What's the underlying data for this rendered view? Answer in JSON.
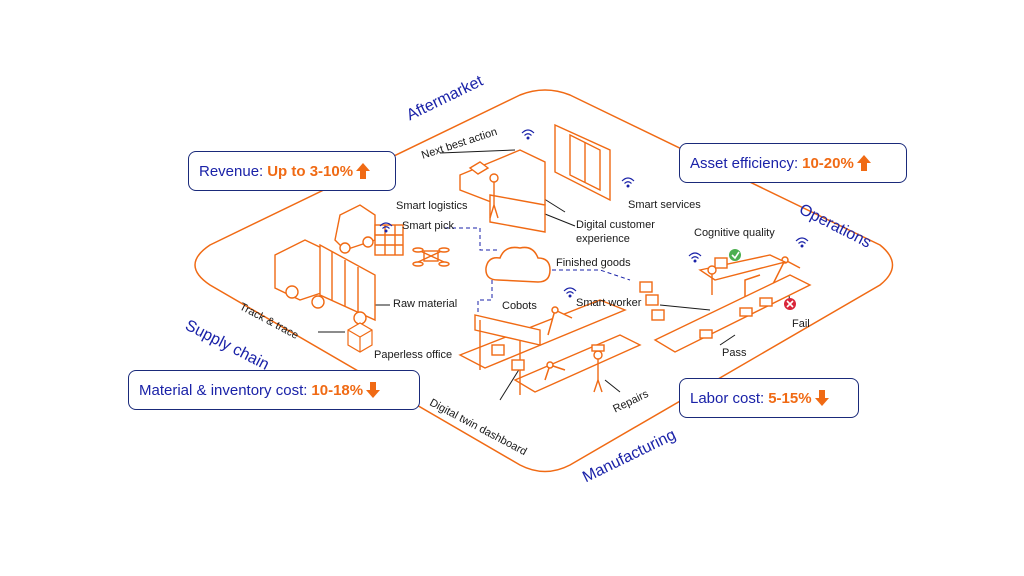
{
  "colors": {
    "accent": "#f06a14",
    "navy": "#1a22a8",
    "border": "#1a2a7a",
    "line": "#1a1a1a"
  },
  "zones": {
    "aftermarket": "Aftermarket",
    "operations": "Operations",
    "supply_chain": "Supply chain",
    "manufacturing": "Manufacturing"
  },
  "metrics": {
    "revenue": {
      "label": "Revenue:",
      "value": "Up to 3-10%",
      "direction": "up"
    },
    "asset_efficiency": {
      "label": "Asset efficiency:",
      "value": "10-20%",
      "direction": "up"
    },
    "material_cost": {
      "label": "Material & inventory cost:",
      "value": "10-18%",
      "direction": "down"
    },
    "labor_cost": {
      "label": "Labor cost:",
      "value": "5-15%",
      "direction": "down"
    }
  },
  "labels": {
    "next_best_action": "Next best action",
    "smart_logistics": "Smart logistics",
    "smart_pick": "Smart pick",
    "smart_services": "Smart services",
    "digital_customer_experience_1": "Digital customer",
    "digital_customer_experience_2": "experience",
    "cognitive_quality": "Cognitive quality",
    "finished_goods": "Finished goods",
    "raw_material": "Raw material",
    "track_trace": "Track & trace",
    "cobots": "Cobots",
    "smart_worker": "Smart worker",
    "fail": "Fail",
    "pass": "Pass",
    "paperless_office": "Paperless office",
    "digital_twin_dashboard": "Digital twin dashboard",
    "repairs": "Repairs"
  },
  "icons": [
    "wifi-icon",
    "cloud-icon",
    "check-icon",
    "cross-icon",
    "arrow-up-icon",
    "arrow-down-icon"
  ]
}
